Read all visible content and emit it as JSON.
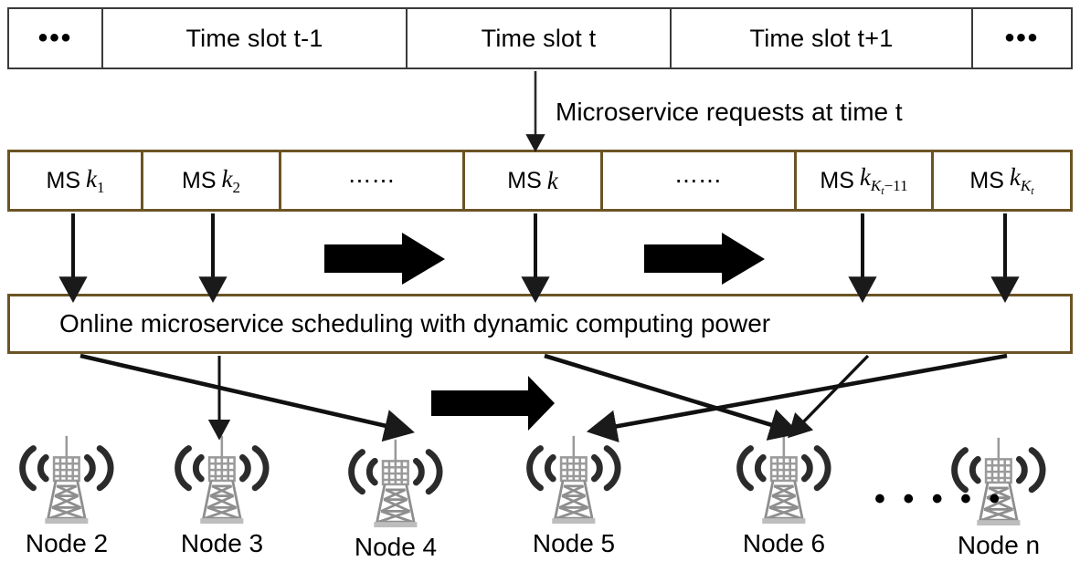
{
  "diagram": {
    "title": "Online microservice scheduling with dynamic computing power",
    "colors": {
      "cell_border_brown": "#6B5424",
      "timeline_border_gray": "#3A3A3A",
      "arrow_black": "#000000",
      "tower_gray": "#8C8C8C",
      "background": "#FFFFFF"
    }
  },
  "timeline": {
    "cells": [
      {
        "label": "•••",
        "kind": "ellipsis"
      },
      {
        "label": "Time slot t-1",
        "kind": "slot"
      },
      {
        "label": "Time slot t",
        "kind": "slot"
      },
      {
        "label": "Time slot t+1",
        "kind": "slot"
      },
      {
        "label": "•••",
        "kind": "ellipsis"
      }
    ]
  },
  "request_flow": {
    "label": "Microservice requests at time t"
  },
  "ms_row": {
    "cells": [
      {
        "prefix": "MS",
        "var": "k",
        "sub": "1",
        "kind": "item"
      },
      {
        "prefix": "MS",
        "var": "k",
        "sub": "2",
        "kind": "item"
      },
      {
        "label": "⋯⋯",
        "kind": "ellipsis"
      },
      {
        "prefix": "MS",
        "var": "k",
        "sub": "",
        "kind": "item"
      },
      {
        "label": "⋯⋯",
        "kind": "ellipsis"
      },
      {
        "prefix": "MS",
        "var": "k",
        "sub": "K_t-1",
        "kind": "item"
      },
      {
        "prefix": "MS",
        "var": "k",
        "sub": "K_t",
        "kind": "item"
      }
    ],
    "sub_base": "K",
    "sub_sub": "t",
    "sub_minus_one": "−1"
  },
  "scheduler": {
    "label": "Online microservice scheduling with dynamic computing power"
  },
  "nodes": [
    {
      "label": "Node 2",
      "icon": "cell-tower-icon"
    },
    {
      "label": "Node 3",
      "icon": "cell-tower-icon"
    },
    {
      "label": "Node 4",
      "icon": "cell-tower-icon"
    },
    {
      "label": "Node 5",
      "icon": "cell-tower-icon"
    },
    {
      "label": "Node 6",
      "icon": "cell-tower-icon"
    },
    {
      "label": "Node n",
      "icon": "cell-tower-icon"
    }
  ],
  "node_ellipsis": "• • • • •",
  "block_arrows": [
    {
      "name": "flow-arrow-left"
    },
    {
      "name": "flow-arrow-right"
    },
    {
      "name": "flow-arrow-nodes"
    }
  ]
}
